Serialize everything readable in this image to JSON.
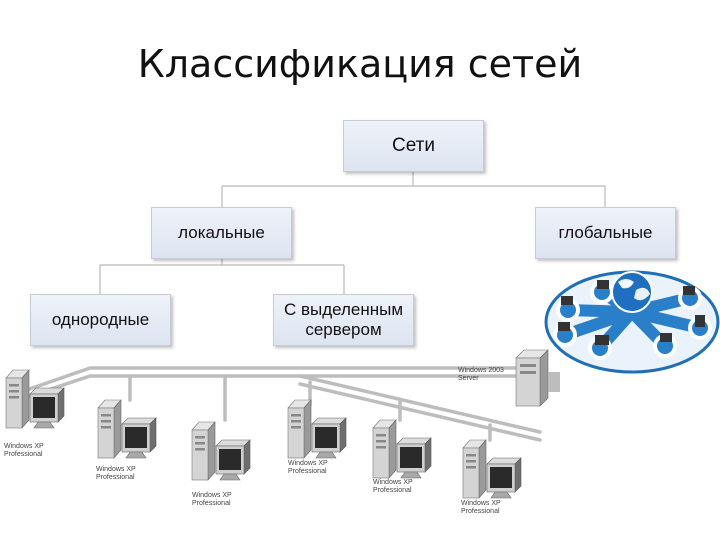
{
  "title": "Классификация сетей",
  "tree": {
    "root": "Сети",
    "local": "локальные",
    "global": "глобальные",
    "homogeneous": "однородные",
    "dedicated_line1": "С выделенным",
    "dedicated_line2": "сервером"
  },
  "network": {
    "server_label": "Windows 2003\nServer",
    "pc_labels": [
      "Windows XP\nProfessional",
      "Windows XP\nProfessional",
      "Windows XP\nProfessional",
      "Windows XP\nProfessional",
      "Windows XP\nProfessional",
      "Windows XP\nProfessional"
    ]
  }
}
